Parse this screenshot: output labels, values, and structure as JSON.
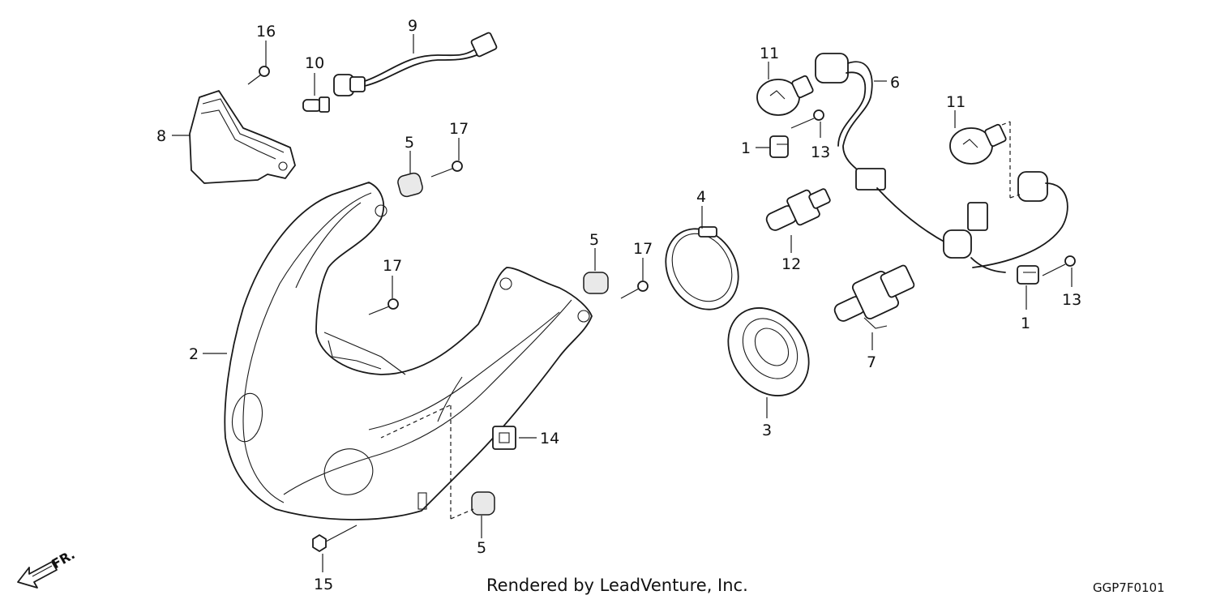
{
  "callouts": {
    "c16": "16",
    "c10": "10",
    "c9": "9",
    "c8": "8",
    "c5a": "5",
    "c17a": "17",
    "c2": "2",
    "c17b": "17",
    "c5b": "5",
    "c17c": "17",
    "c4": "4",
    "c14": "14",
    "c5c": "5",
    "c15": "15",
    "c3": "3",
    "c11a": "11",
    "c6": "6",
    "c1a": "1",
    "c13a": "13",
    "c12": "12",
    "c11b": "11",
    "c7": "7",
    "c13b": "13",
    "c1b": "1"
  },
  "direction_label": "FR.",
  "credit": "Rendered by LeadVenture, Inc.",
  "diagram_code": "GGP7F0101"
}
